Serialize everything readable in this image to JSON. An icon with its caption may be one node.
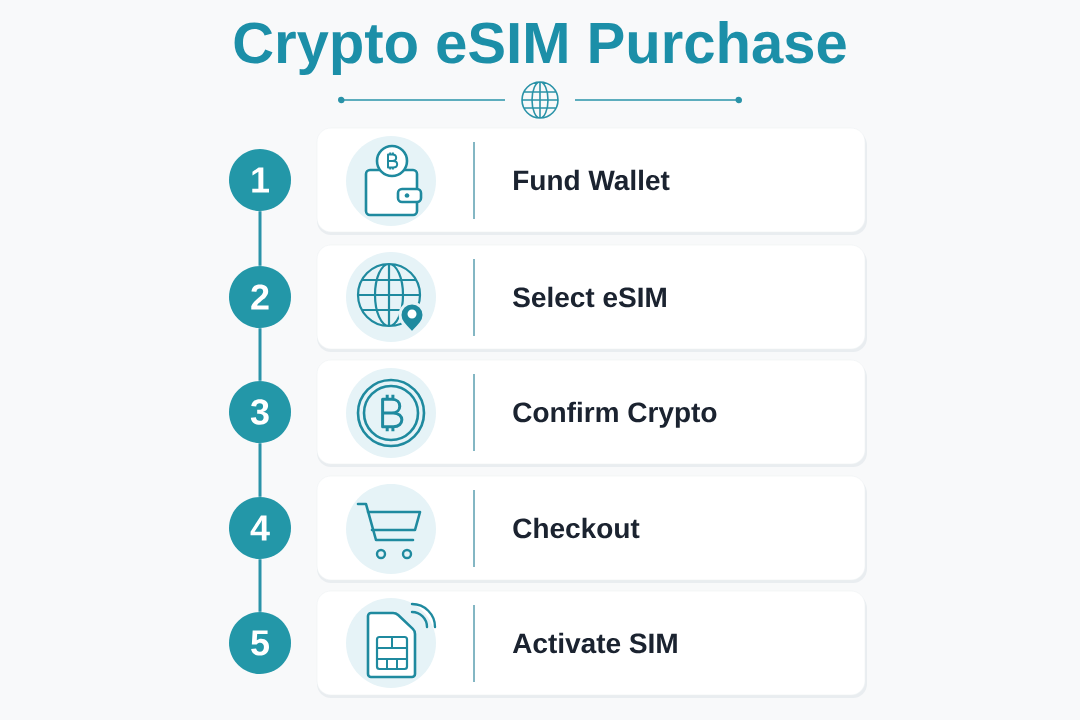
{
  "diagram": {
    "title": "Crypto eSIM Purchase",
    "nodes": [
      {
        "text": [
          "1"
        ]
      },
      {
        "text": [
          "Fund Wallet"
        ]
      },
      {
        "text": [
          "2"
        ]
      },
      {
        "text": [
          "Select eSIM"
        ]
      },
      {
        "text": [
          "3"
        ]
      },
      {
        "text": [
          "Confirm Crypto"
        ]
      },
      {
        "text": [
          "4"
        ]
      },
      {
        "text": [
          "Checkout"
        ]
      },
      {
        "text": [
          "5"
        ]
      },
      {
        "text": [
          "Activate SIM"
        ]
      }
    ],
    "edges": [
      {
        "from": 0,
        "to": 2,
        "arrow": "none"
      },
      {
        "from": 2,
        "to": 4,
        "arrow": "none"
      },
      {
        "from": 4,
        "to": 6,
        "arrow": "none"
      },
      {
        "from": 6,
        "to": 8,
        "arrow": "none"
      }
    ]
  }
}
